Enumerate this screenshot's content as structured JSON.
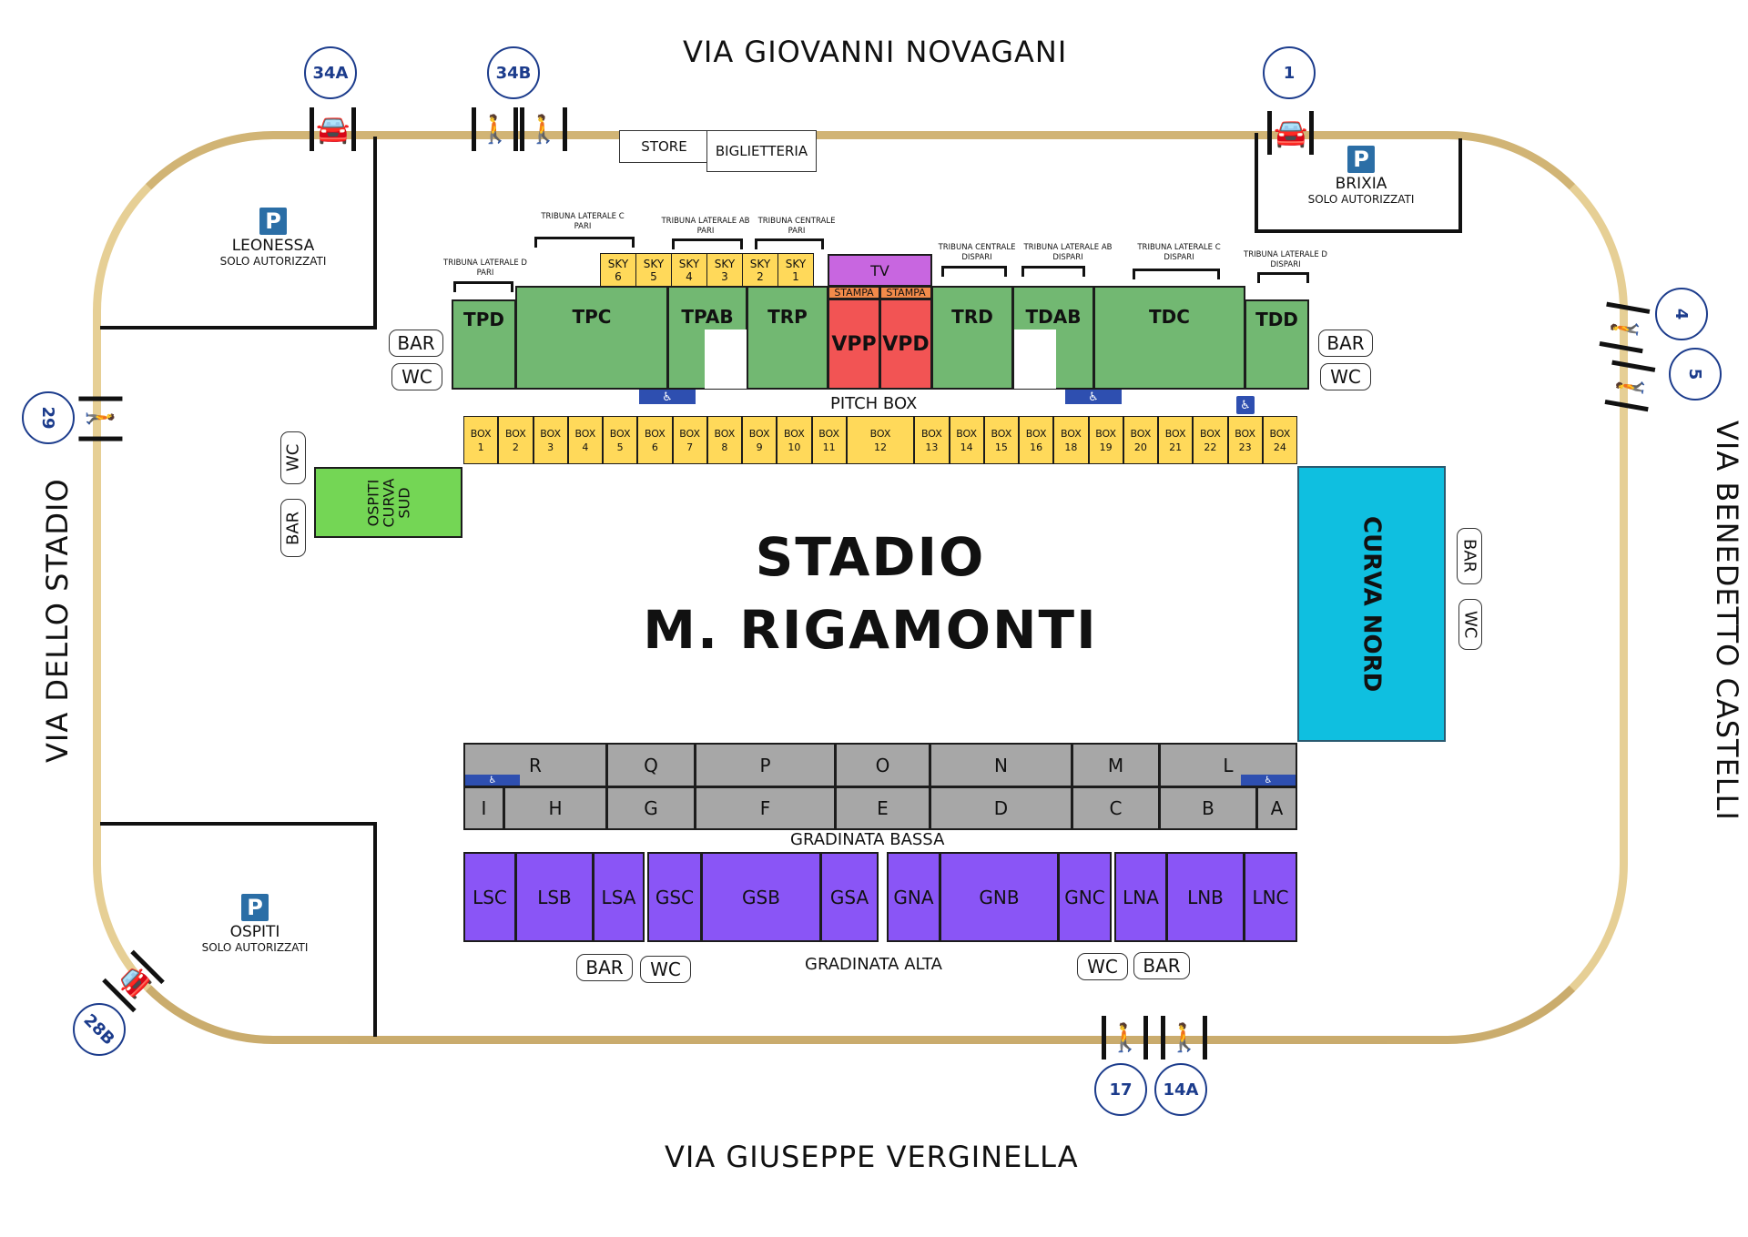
{
  "map_title": {
    "line1": "STADIO",
    "line2": "M. RIGAMONTI"
  },
  "streets": {
    "north": "VIA GIOVANNI NOVAGANI",
    "south": "VIA GIUSEPPE VERGINELLA",
    "west": "VIA DELLO STADIO",
    "east": "VIA BENEDETTO CASTELLI"
  },
  "gates": [
    {
      "id": "34A",
      "type": "car"
    },
    {
      "id": "34B",
      "type": "pedestrian"
    },
    {
      "id": "1",
      "type": "car"
    },
    {
      "id": "4",
      "type": "pedestrian"
    },
    {
      "id": "5",
      "type": "pedestrian"
    },
    {
      "id": "29",
      "type": "pedestrian"
    },
    {
      "id": "28B",
      "type": "car"
    },
    {
      "id": "17",
      "type": "pedestrian"
    },
    {
      "id": "14A",
      "type": "pedestrian"
    }
  ],
  "parking": [
    {
      "icon": "P",
      "name": "LEONESSA",
      "note": "SOLO AUTORIZZATI"
    },
    {
      "icon": "P",
      "name": "BRIXIA",
      "note": "SOLO AUTORIZZATI"
    },
    {
      "icon": "P",
      "name": "OSPITI",
      "note": "SOLO AUTORIZZATI"
    }
  ],
  "buildings": {
    "store": "STORE",
    "ticket_office": "BIGLIETTERIA"
  },
  "tribuna_labels": [
    {
      "line1": "TRIBUNA LATERALE D",
      "line2": "PARI"
    },
    {
      "line1": "TRIBUNA LATERALE C",
      "line2": "PARI"
    },
    {
      "line1": "TRIBUNA LATERALE AB",
      "line2": "PARI"
    },
    {
      "line1": "TRIBUNA CENTRALE",
      "line2": "PARI"
    },
    {
      "line1": "TRIBUNA CENTRALE",
      "line2": "DISPARI"
    },
    {
      "line1": "TRIBUNA LATERALE AB",
      "line2": "DISPARI"
    },
    {
      "line1": "TRIBUNA LATERALE C",
      "line2": "DISPARI"
    },
    {
      "line1": "TRIBUNA LATERALE D",
      "line2": "DISPARI"
    }
  ],
  "sky_boxes": [
    {
      "l1": "SKY",
      "l2": "6"
    },
    {
      "l1": "SKY",
      "l2": "5"
    },
    {
      "l1": "SKY",
      "l2": "4"
    },
    {
      "l1": "SKY",
      "l2": "3"
    },
    {
      "l1": "SKY",
      "l2": "2"
    },
    {
      "l1": "SKY",
      "l2": "1"
    }
  ],
  "main_stand": {
    "sectors": [
      "TPD",
      "TPC",
      "TPAB",
      "TRP",
      "TRD",
      "TDAB",
      "TDC",
      "TDD"
    ],
    "tv": "TV",
    "stampa": [
      "STAMPA",
      "STAMPA"
    ],
    "vip": [
      "VPP",
      "VPD"
    ],
    "pitch_box": "PITCH BOX"
  },
  "boxes": [
    "1",
    "2",
    "3",
    "4",
    "5",
    "6",
    "7",
    "8",
    "9",
    "10",
    "11",
    "12",
    "13",
    "14",
    "15",
    "16",
    "18",
    "19",
    "20",
    "21",
    "22",
    "23",
    "24"
  ],
  "box_prefix": "BOX",
  "curva_sud": {
    "line1": "OSPITI",
    "line2": "CURVA",
    "line3": "SUD"
  },
  "curva_nord": "CURVA NORD",
  "gradinata_bassa": {
    "label": "GRADINATA BASSA",
    "top_row": [
      "R",
      "Q",
      "P",
      "O",
      "N",
      "M",
      "L"
    ],
    "bottom_row": [
      "I",
      "H",
      "G",
      "F",
      "E",
      "D",
      "C",
      "B",
      "A"
    ]
  },
  "gradinata_alta": {
    "label": "GRADINATA ALTA",
    "sectors": [
      "LSC",
      "LSB",
      "LSA",
      "GSC",
      "GSB",
      "GSA",
      "GNA",
      "GNB",
      "GNC",
      "LNA",
      "LNB",
      "LNC"
    ]
  },
  "services": {
    "bar": "BAR",
    "wc": "WC",
    "accessible": "♿"
  },
  "colors": {
    "ring": "#e6cf95",
    "gate_blue": "#1c3c8c",
    "parking_blue": "#2b6ea6",
    "tribuna_green": "#72b872",
    "box_yellow": "#ffd95a",
    "vip_red": "#f25454",
    "tv_violet": "#c866e0",
    "stampa_orange": "#f28a4a",
    "curva_nord_cyan": "#0fbfe0",
    "curva_sud_green": "#74d655",
    "gradinata_bassa_grey": "#a7a7a7",
    "gradinata_alta_purple": "#8a55f6",
    "accessible_blue": "#2e4fb0"
  }
}
